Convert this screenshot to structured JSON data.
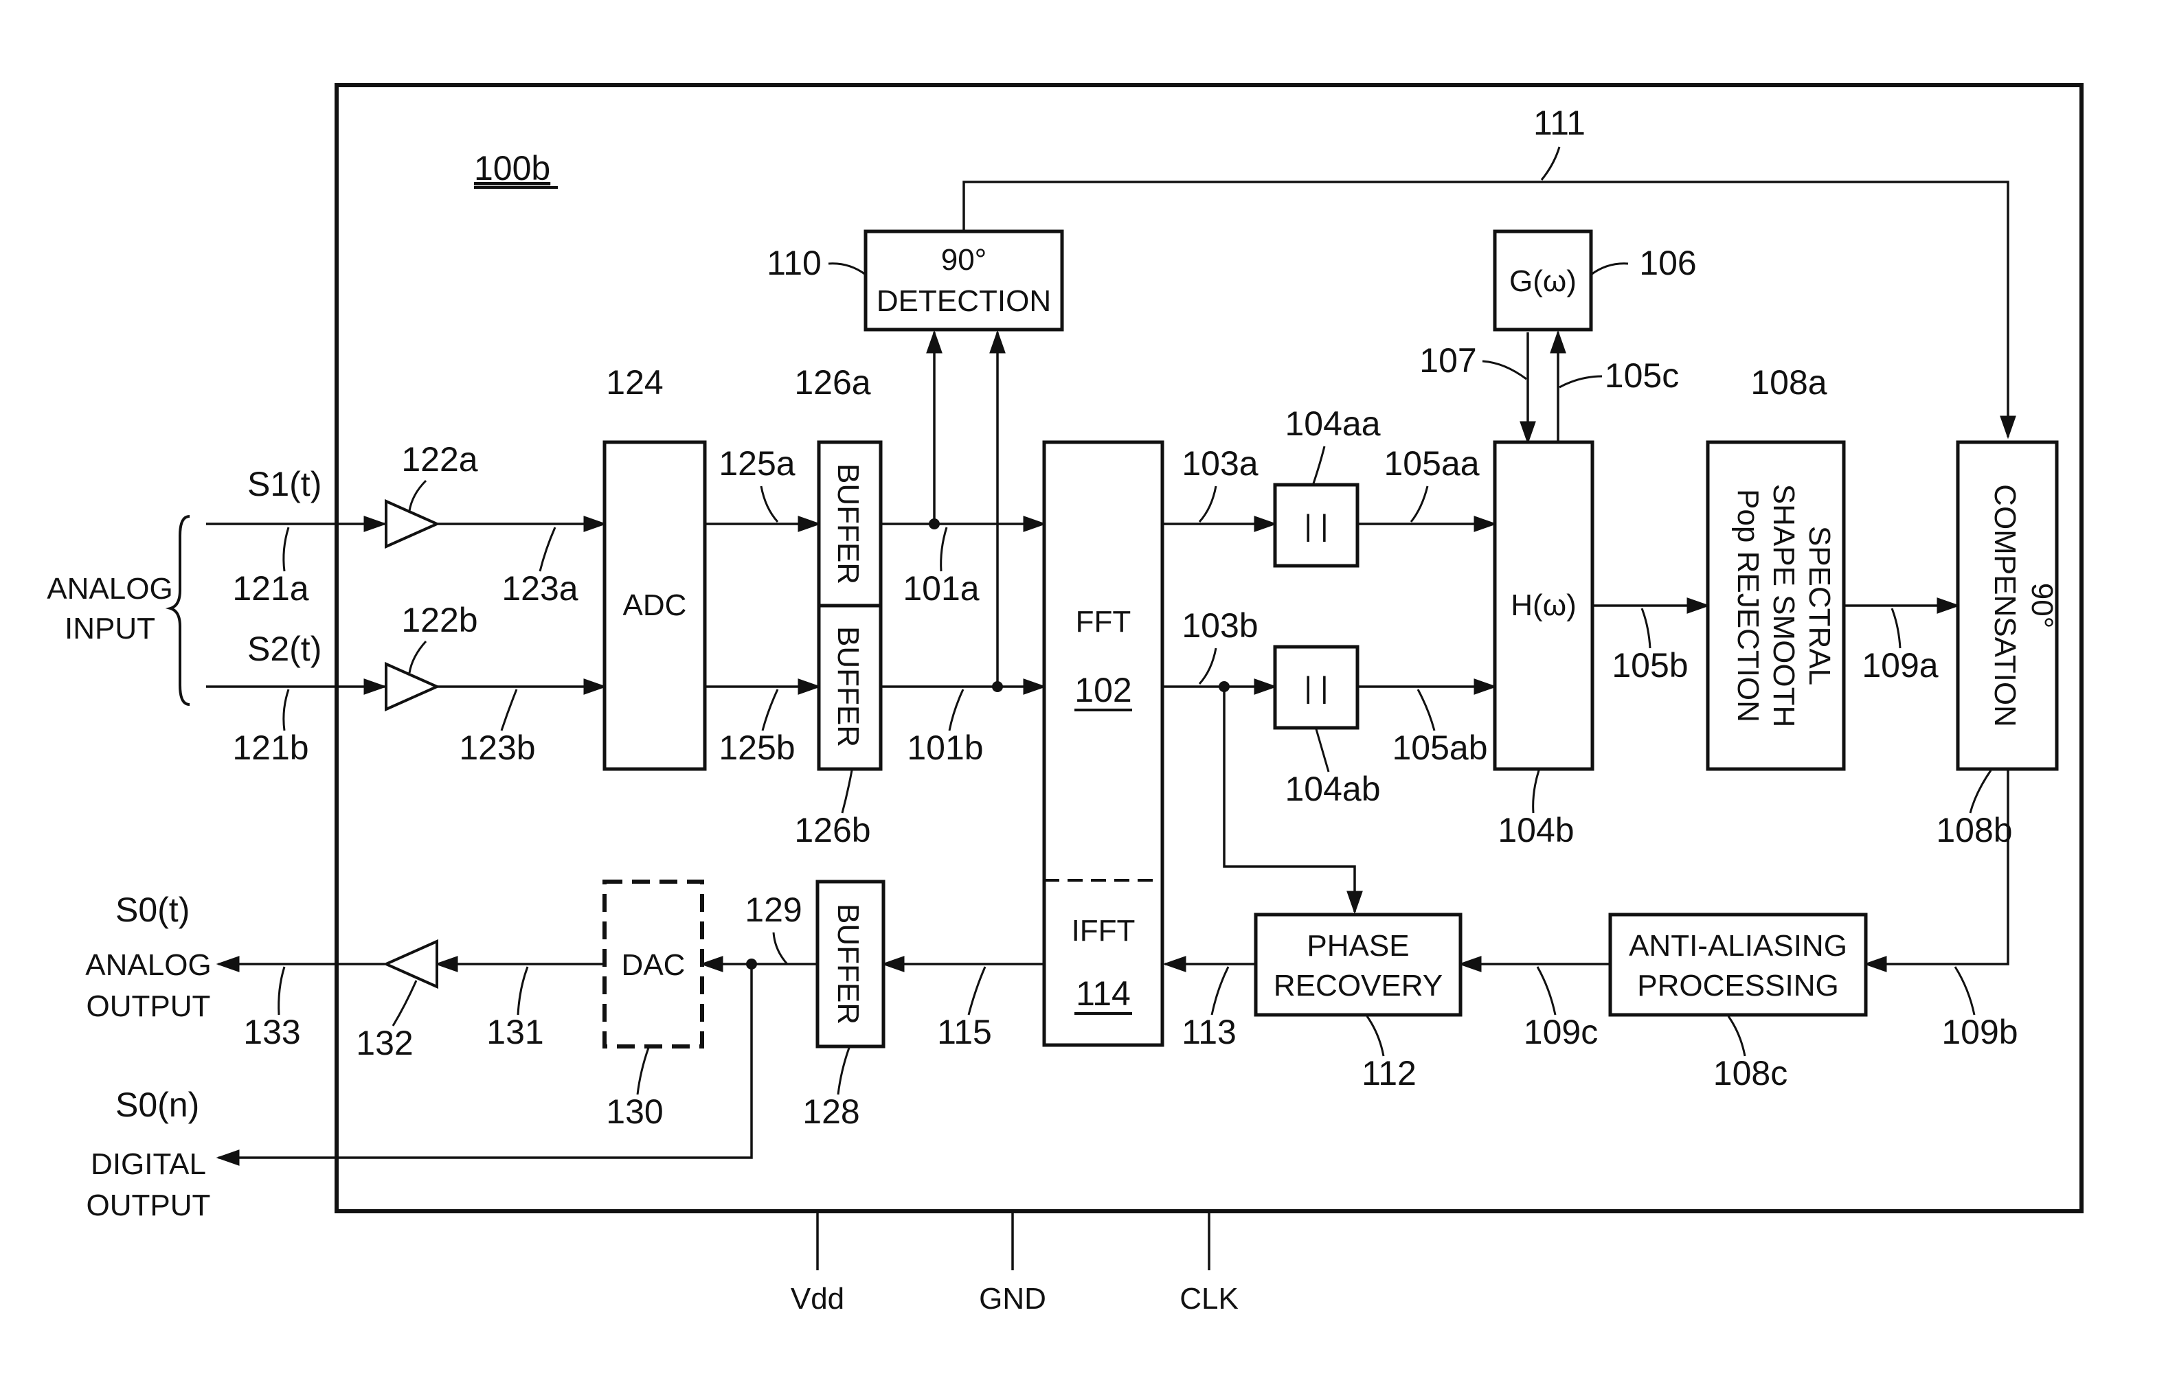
{
  "figure": {
    "ref": "100b",
    "inputs": {
      "s1": "S1(t)",
      "s2": "S2(t)",
      "label": [
        "ANALOG",
        "INPUT"
      ]
    },
    "outputs": {
      "analog_signal": "S0(t)",
      "analog_label": [
        "ANALOG",
        "OUTPUT"
      ],
      "digital_signal": "S0(n)",
      "digital_label": [
        "DIGITAL",
        "OUTPUT"
      ]
    },
    "pins": [
      "Vdd",
      "GND",
      "CLK"
    ],
    "blocks": {
      "adc": "ADC",
      "buffer_a": "BUFFER",
      "buffer_b": "BUFFER",
      "buffer_out": "BUFFER",
      "fft": "FFT",
      "fft_ref": "102",
      "ifft": "IFFT",
      "ifft_ref": "114",
      "detection": [
        "90°",
        "DETECTION"
      ],
      "g": "G(ω)",
      "h": "H(ω)",
      "abs_a": "| |",
      "abs_b": "| |",
      "spectral": [
        "SPECTRAL",
        "SHAPE SMOOTH",
        "Pop REJECTION"
      ],
      "compensation": [
        "90°",
        "COMPENSATION"
      ],
      "anti_aliasing": [
        "ANTI-ALIASING",
        "PROCESSING"
      ],
      "phase_recovery": [
        "PHASE",
        "RECOVERY"
      ],
      "dac": "DAC"
    },
    "refs": {
      "r111": "111",
      "r110": "110",
      "r106": "106",
      "r107": "107",
      "r105c": "105c",
      "r108a": "108a",
      "r124": "124",
      "r126a": "126a",
      "r122a": "122a",
      "r122b": "122b",
      "r125a": "125a",
      "r103a": "103a",
      "r104aa": "104aa",
      "r105aa": "105aa",
      "r121a": "121a",
      "r123a": "123a",
      "r101a": "101a",
      "r103b": "103b",
      "r105b": "105b",
      "r109a": "109a",
      "r121b": "121b",
      "r123b": "123b",
      "r125b": "125b",
      "r101b": "101b",
      "r105ab": "105ab",
      "r104ab": "104ab",
      "r126b": "126b",
      "r104b": "104b",
      "r108b": "108b",
      "r129": "129",
      "r133": "133",
      "r132": "132",
      "r131": "131",
      "r115": "115",
      "r113": "113",
      "r109c": "109c",
      "r109b": "109b",
      "r130": "130",
      "r128": "128",
      "r112": "112",
      "r108c": "108c"
    }
  }
}
